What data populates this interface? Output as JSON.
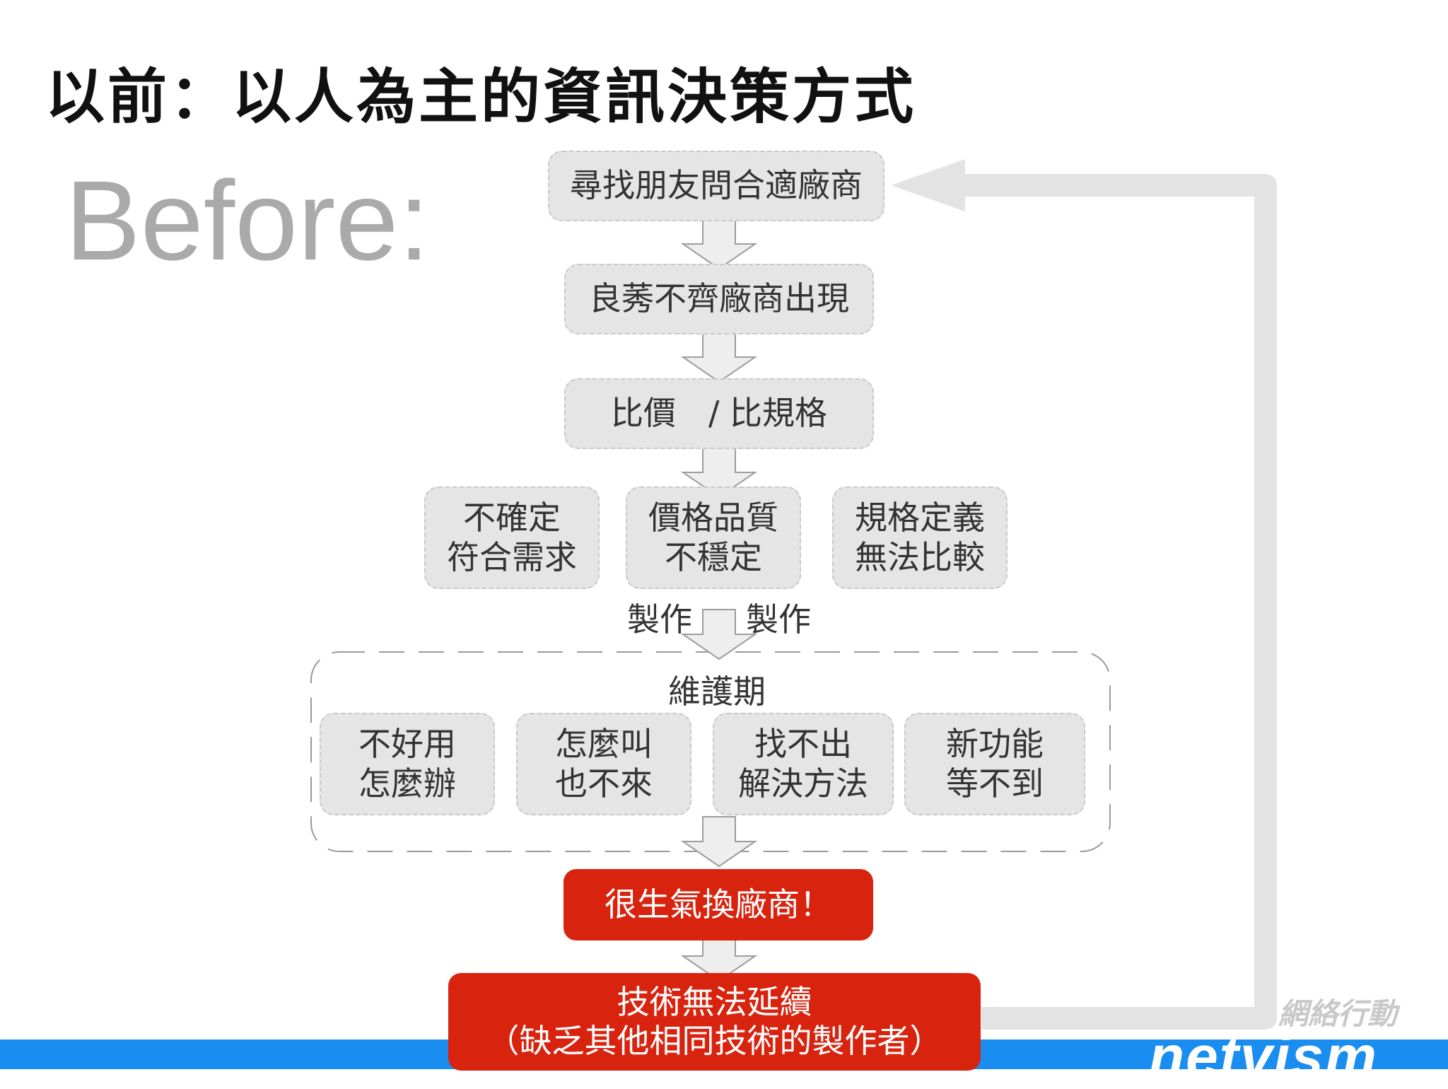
{
  "title": "以前：以人為主的資訊決策方式",
  "subtitle": "Before:",
  "steps": {
    "step1": "尋找朋友問合適廠商",
    "step2": "良莠不齊廠商出現",
    "step3": "比價　/ 比規格",
    "issues": [
      {
        "line1": "不確定",
        "line2": "符合需求"
      },
      {
        "line1": "價格品質",
        "line2": "不穩定"
      },
      {
        "line1": "規格定義",
        "line2": "無法比較"
      }
    ],
    "make_left": "製作",
    "make_right": "製作",
    "maintenance": {
      "label": "維護期",
      "items": [
        {
          "line1": "不好用",
          "line2": "怎麼辦"
        },
        {
          "line1": "怎麼叫",
          "line2": "也不來"
        },
        {
          "line1": "找不出",
          "line2": "解決方法"
        },
        {
          "line1": "新功能",
          "line2": "等不到"
        }
      ]
    },
    "angry": "很生氣換廠商！",
    "final": {
      "line1": "技術無法延續",
      "line2": "（缺乏其他相同技術的製作者）"
    }
  },
  "colors": {
    "box_fill": "#e5e5e5",
    "alert_fill": "#d8230e",
    "loop_arrow": "#e3e3e3",
    "footer_bar": "#1a8ef0"
  },
  "logo": {
    "zh": "網絡行動",
    "en": "netvism"
  }
}
